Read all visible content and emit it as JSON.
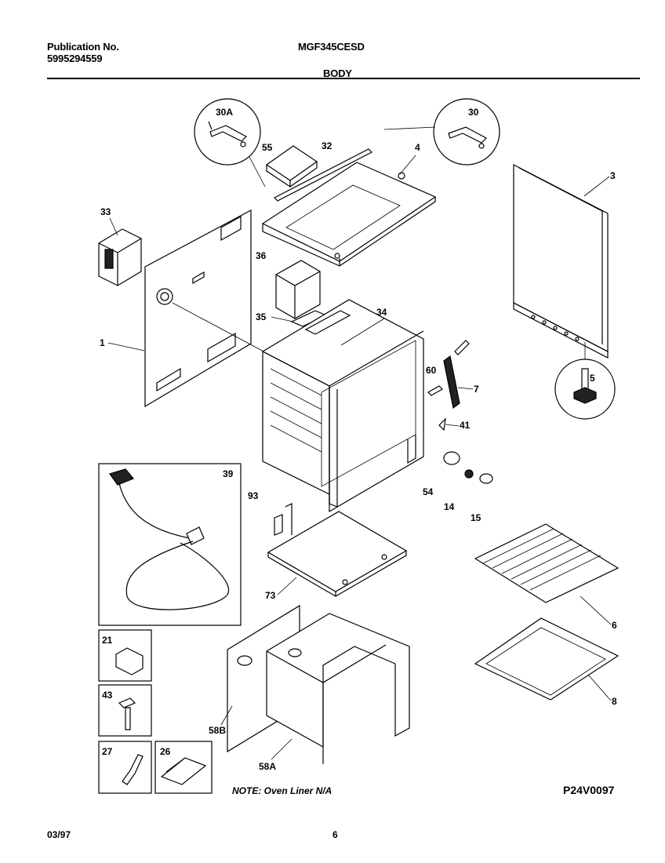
{
  "header": {
    "publication_label": "Publication No.",
    "publication_number": "5995294559",
    "model": "MGF345CESD",
    "section": "BODY"
  },
  "callouts": {
    "c30A": "30A",
    "c30": "30",
    "c55": "55",
    "c32": "32",
    "c4": "4",
    "c3": "3",
    "c33": "33",
    "c36": "36",
    "c35": "35",
    "c34": "34",
    "c1": "1",
    "c60": "60",
    "c7": "7",
    "c41": "41",
    "c5": "5",
    "c39": "39",
    "c93": "93",
    "c54": "54",
    "c14": "14",
    "c15": "15",
    "c6": "6",
    "c73": "73",
    "c8": "8",
    "c21": "21",
    "c43": "43",
    "c58B": "58B",
    "c58A": "58A",
    "c27": "27",
    "c26": "26"
  },
  "note": "NOTE: Oven Liner N/A",
  "drawing_code": "P24V0097",
  "footer": {
    "date": "03/97",
    "page": "6"
  }
}
